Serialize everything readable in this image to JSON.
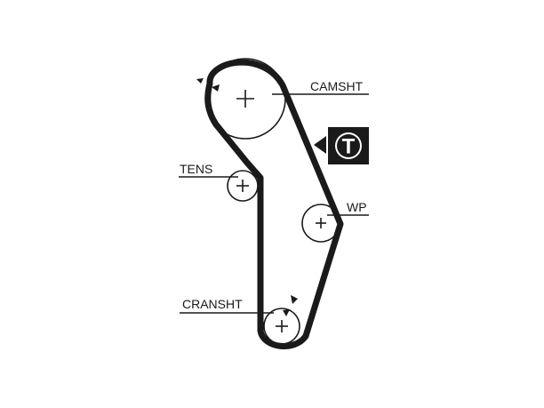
{
  "diagram": {
    "labels": {
      "camshaft": "CAMSHT",
      "tensioner": "TENS",
      "water_pump": "WP",
      "crankshaft": "CRANSHT"
    },
    "tension_badge": {
      "letter": "T"
    },
    "icons": {
      "camshaft_timing_mark": "triangle-marker-icon",
      "crankshaft_timing_mark": "triangle-marker-icon",
      "tension_indicator": "tension-badge-icon"
    },
    "colors": {
      "ink": "#1a1a1a",
      "background": "#ffffff"
    }
  }
}
